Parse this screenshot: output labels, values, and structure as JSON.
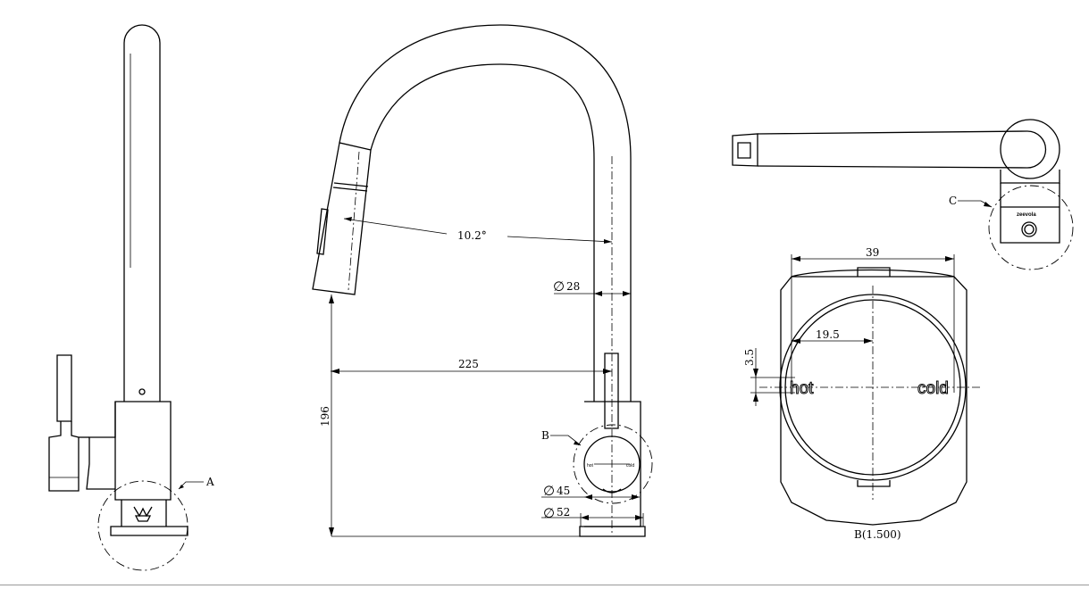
{
  "detail_labels": {
    "a": "A",
    "b": "B",
    "c": "C",
    "b_scale": "B(1.500)"
  },
  "dimensions": {
    "spout_angle": "10.2°",
    "spout_dia_symbol": "∅",
    "spout_dia": "28",
    "reach": "225",
    "height": "196",
    "base_dia_inner_symbol": "∅",
    "base_dia_inner": "45",
    "base_dia_outer_symbol": "∅",
    "base_dia_outer": "52",
    "detail_width": "39",
    "detail_half": "19.5",
    "detail_offset": "3.5"
  },
  "markings": {
    "hot": "hot",
    "cold": "cold",
    "brand": "zeevola"
  }
}
